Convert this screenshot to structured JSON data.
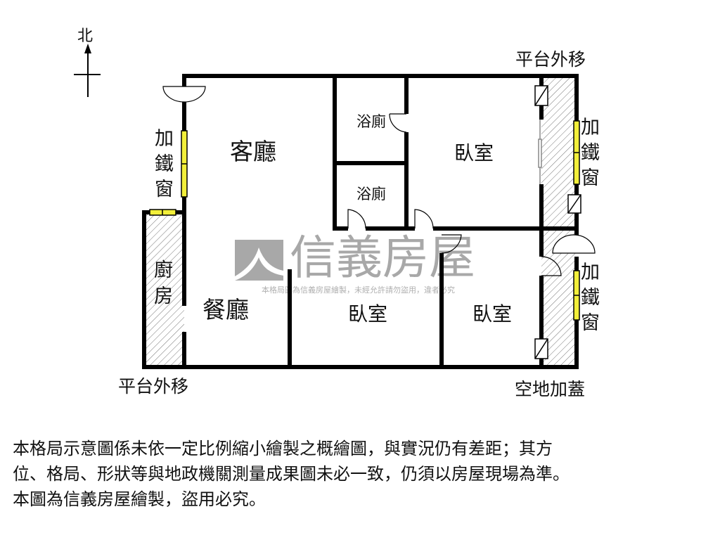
{
  "compass": {
    "north_label": "北"
  },
  "labels": {
    "platform_top": "平台外移",
    "platform_bottom": "平台外移",
    "open_land": "空地加蓋",
    "iron_window_left": [
      "加",
      "鐵",
      "窗"
    ],
    "iron_window_right_top": [
      "加",
      "鐵",
      "窗"
    ],
    "iron_window_right_bottom": [
      "加",
      "鐵",
      "窗"
    ],
    "kitchen": [
      "廚",
      "房"
    ]
  },
  "rooms": {
    "living": "客廳",
    "dining": "餐廳",
    "bath_1": "浴廁",
    "bath_2": "浴廁",
    "bedroom_1": "臥室",
    "bedroom_2": "臥室",
    "bedroom_3": "臥室"
  },
  "watermark": {
    "brand": "信義房屋",
    "notice": "本格局圖為信義房屋繪製，未經允許請勿盜用，違者必究"
  },
  "colors": {
    "wall": "#000000",
    "window": "#f2ef3a",
    "watermark": "#a8a8a8",
    "hatch": "#777777"
  },
  "disclaimer": [
    "本格局示意圖係未依一定比例縮小繪製之概繪圖，與實況仍有差距；其方",
    "位、格局、形狀等與地政機關測量成果圖未必一致，仍須以房屋現場為準。",
    "本圖為信義房屋繪製，盜用必究。"
  ]
}
